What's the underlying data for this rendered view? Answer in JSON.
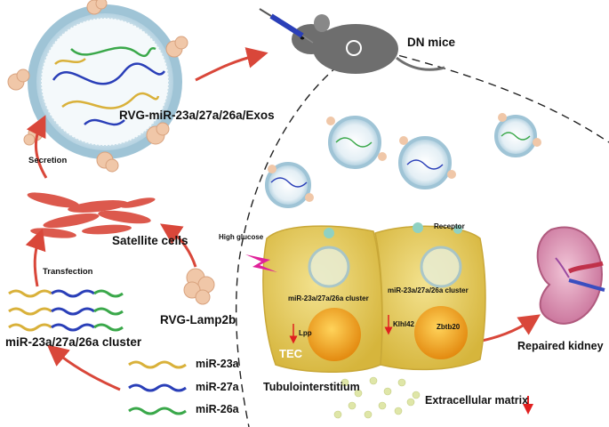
{
  "labels": {
    "dn_mice": "DN mice",
    "exos": "RVG-miR-23a/27a/26a/Exos",
    "secretion": "Secretion",
    "satellite_cells": "Satellite cells",
    "transfection": "Transfection",
    "rvg_lamp2b": "RVG-Lamp2b",
    "cluster": "miR-23a/27a/26a cluster",
    "mir_23a": "miR-23a",
    "mir_27a": "miR-27a",
    "mir_26a": "miR-26a",
    "high_glucose": "High glucose",
    "receptor": "Receptor",
    "cell_cluster_1": "miR-23a/27a/26a cluster",
    "cell_cluster_2": "miR-23a/27a/26a cluster",
    "lpp": "Lpp",
    "klhl42": "Klhl42",
    "zbtb20": "Zbtb20",
    "tec": "TEC",
    "tubulointerstitium": "Tubulointerstitium",
    "extracellular_matrix": "Extracellular matrix",
    "repaired_kidney": "Repaired kidney"
  },
  "colors": {
    "arrow_red": "#d9473a",
    "down_red": "#e02020",
    "mir23a": "#d9b13a",
    "mir27a": "#2a3fb8",
    "mir26a": "#3aa84a",
    "exosome_membrane": "#9fc4d6",
    "cell_yellow": "#e6cf5a",
    "muscle_red": "#d9483a",
    "kidney_pink": "#d98aa8"
  }
}
